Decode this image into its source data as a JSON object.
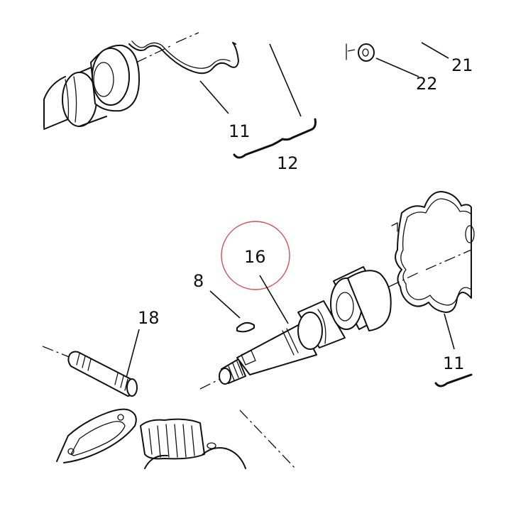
{
  "callouts": {
    "c11_top": "11",
    "c12": "12",
    "c21": "21",
    "c22": "22",
    "c16": "16",
    "c8": "8",
    "c18": "18",
    "c11_right": "11"
  },
  "colors": {
    "line": "#111111",
    "highlight_circle": "#d2515a"
  }
}
